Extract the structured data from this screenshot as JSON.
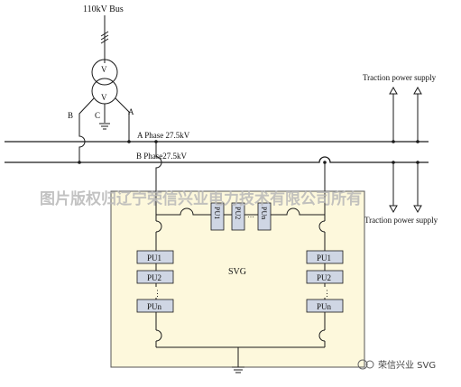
{
  "labels": {
    "bus": "110kV Bus",
    "transformer_winding": "V",
    "terminal_b": "B",
    "terminal_c": "C",
    "terminal_a": "A",
    "phase_a": "A Phase 27.5kV",
    "phase_b": "B Phase27.5kV",
    "traction_top": "Traction power supply",
    "traction_bottom": "Traction power supply",
    "svg_center": "SVG",
    "watermark": "图片版权归辽宁荣信兴业电力技术有限公司所有",
    "brand": "荣信兴业 SVG"
  },
  "pu_vertical_left": {
    "items": [
      "PU1",
      "PU2",
      "PUn"
    ],
    "ellipsis": "⋮"
  },
  "pu_vertical_right": {
    "items": [
      "PU1",
      "PU2",
      "PUn"
    ],
    "ellipsis": "⋮"
  },
  "pu_horizontal": {
    "items": [
      "PU1",
      "PU2",
      "PUn"
    ],
    "ellipsis": "…"
  },
  "colors": {
    "line": "#1a1a1a",
    "panel_fill": "#fdf8dc",
    "pu_fill": "#cfd6e4",
    "watermark": "#b8b8b8"
  }
}
